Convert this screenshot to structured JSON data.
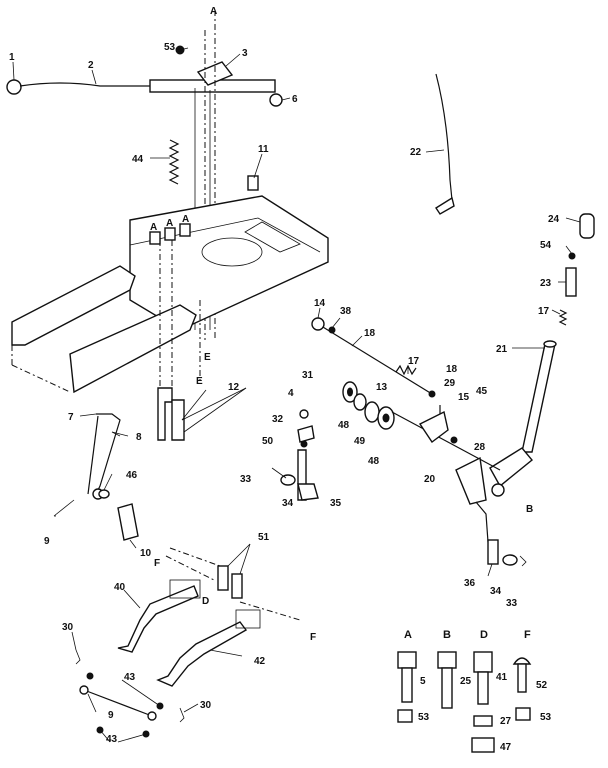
{
  "callouts": {
    "c1": "1",
    "c2": "2",
    "c3": "3",
    "c53a": "53",
    "c6": "6",
    "cA1": "A",
    "c44": "44",
    "c11": "11",
    "cA2": "A",
    "cA3": "A",
    "cA4": "A",
    "cE1": "E",
    "cE2": "E",
    "c22": "22",
    "c24": "24",
    "c54": "54",
    "c23": "23",
    "c17a": "17",
    "c21": "21",
    "c14": "14",
    "c38": "38",
    "c18a": "18",
    "c17b": "17",
    "c18b": "18",
    "c29": "29",
    "c15": "15",
    "c45": "45",
    "c13": "13",
    "c31": "31",
    "c4": "4",
    "c48a": "48",
    "c49": "49",
    "c48b": "48",
    "c32": "32",
    "c50": "50",
    "c28": "28",
    "c33a": "33",
    "c34a": "34",
    "c35": "35",
    "c20": "20",
    "cB": "B",
    "c12": "12",
    "c7": "7",
    "c8": "8",
    "c46": "46",
    "c9a": "9",
    "c10": "10",
    "cF1": "F",
    "c51": "51",
    "c40": "40",
    "cD": "D",
    "cF2": "F",
    "c42": "42",
    "c30a": "30",
    "c43a": "43",
    "c9b": "9",
    "c43b": "43",
    "c30b": "30",
    "c36": "36",
    "c34b": "34",
    "c33b": "33"
  },
  "hardware_legend": {
    "A": {
      "header": "A",
      "bolt": "5",
      "nut": "53"
    },
    "B": {
      "header": "B",
      "bolt": "25"
    },
    "D": {
      "header": "D",
      "bolt": "41",
      "washer": "27",
      "nut": "47"
    },
    "F": {
      "header": "F",
      "bolt": "52",
      "nut": "53"
    }
  }
}
